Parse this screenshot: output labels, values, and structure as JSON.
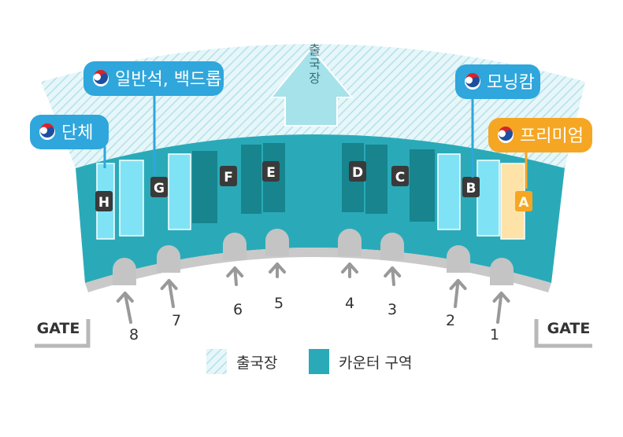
{
  "departure_hall": {
    "label": "출국장",
    "arrow_direction": "up"
  },
  "zones": [
    {
      "id": "H",
      "label": "H"
    },
    {
      "id": "G",
      "label": "G"
    },
    {
      "id": "F",
      "label": "F"
    },
    {
      "id": "E",
      "label": "E"
    },
    {
      "id": "D",
      "label": "D"
    },
    {
      "id": "C",
      "label": "C"
    },
    {
      "id": "B",
      "label": "B"
    },
    {
      "id": "A",
      "label": "A"
    }
  ],
  "callouts": [
    {
      "text": "단체",
      "target_zone": "H",
      "style": "blue"
    },
    {
      "text": "일반석, 백드롭",
      "target_zone": "G",
      "style": "blue"
    },
    {
      "text": "모닝캄",
      "target_zone": "B",
      "style": "blue"
    },
    {
      "text": "프리미엄",
      "target_zone": "A",
      "style": "orange"
    }
  ],
  "gates": [
    {
      "number": "8"
    },
    {
      "number": "7"
    },
    {
      "number": "6"
    },
    {
      "number": "5"
    },
    {
      "number": "4"
    },
    {
      "number": "3"
    },
    {
      "number": "2"
    },
    {
      "number": "1"
    }
  ],
  "gate_markers": {
    "left": "GATE",
    "right": "GATE"
  },
  "legend": [
    {
      "label": "출국장",
      "pattern": "hatched",
      "color": "#9fdce8"
    },
    {
      "label": "카운터 구역",
      "pattern": "solid",
      "color": "#2aaab8"
    }
  ],
  "colors": {
    "counter_zone": "#2aaab8",
    "counter_dark": "#17848e",
    "counter_light": "#7fe3f5",
    "premium_counter": "#fde3a8",
    "hatch_bg": "#e6f6f9",
    "hatch_line": "#b4e1ea",
    "callout_blue": "#2fa6dc",
    "callout_orange": "#f5a623",
    "zone_tag": "#3a3a3a",
    "zone_tag_premium": "#f5a623",
    "gate_arrow": "#999999",
    "gate_bump": "#c4c4c4"
  },
  "icons": {
    "callout_logo": "korean-air-taeguk-icon",
    "gate_arrow": "arrow-up-icon"
  }
}
